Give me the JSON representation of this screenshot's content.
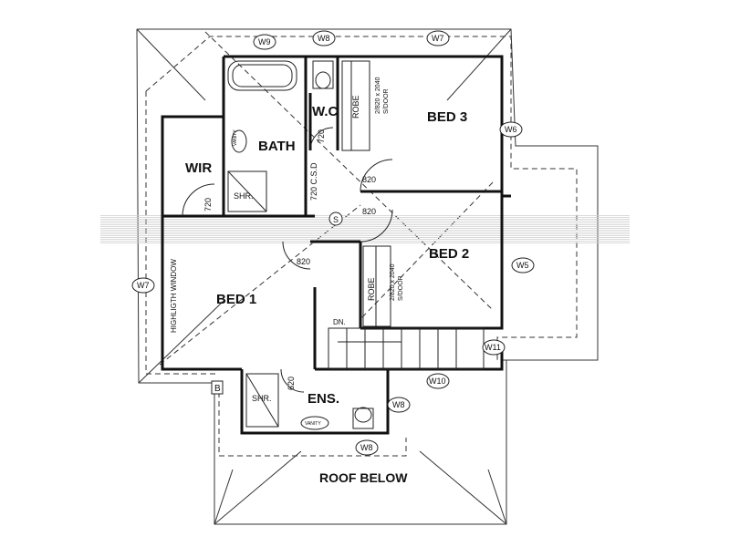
{
  "rooms": {
    "bed1": "BED 1",
    "bed2": "BED 2",
    "bed3": "BED 3",
    "bath": "BATH",
    "wc": "W.C",
    "wir": "WIR",
    "ens": "ENS.",
    "robe_top": "ROBE",
    "robe_mid": "ROBE",
    "shr_bath": "SHR.",
    "shr_ens": "SHR.",
    "vanity_bath": "VANITY",
    "vanity_ens": "VANITY"
  },
  "notes": {
    "roof_below": "ROOF BELOW",
    "highlight_window": "HIGHLIGTH WINDOW",
    "sliding_door_top_1": "2/820 x 2040",
    "sliding_door_top_2": "S/DOOR",
    "sliding_door_mid_1": "2/820 x 2040",
    "sliding_door_mid_2": "S/DOOR",
    "csd": "720 C.S.D",
    "stairs_down": "DN.",
    "smoke_detector": "S",
    "mark_b": "B"
  },
  "doors": {
    "wir": "720",
    "wc": "720",
    "bed3": "820",
    "bed2": "820",
    "bed1": "820",
    "ens": "620"
  },
  "windows": {
    "w9": "W9",
    "w8_top": "W8",
    "w7_top": "W7",
    "w6": "W6",
    "w5": "W5",
    "w7_left": "W7",
    "w11": "W11",
    "w10": "W10",
    "w8_right": "W8",
    "w8_bottom": "W8"
  }
}
